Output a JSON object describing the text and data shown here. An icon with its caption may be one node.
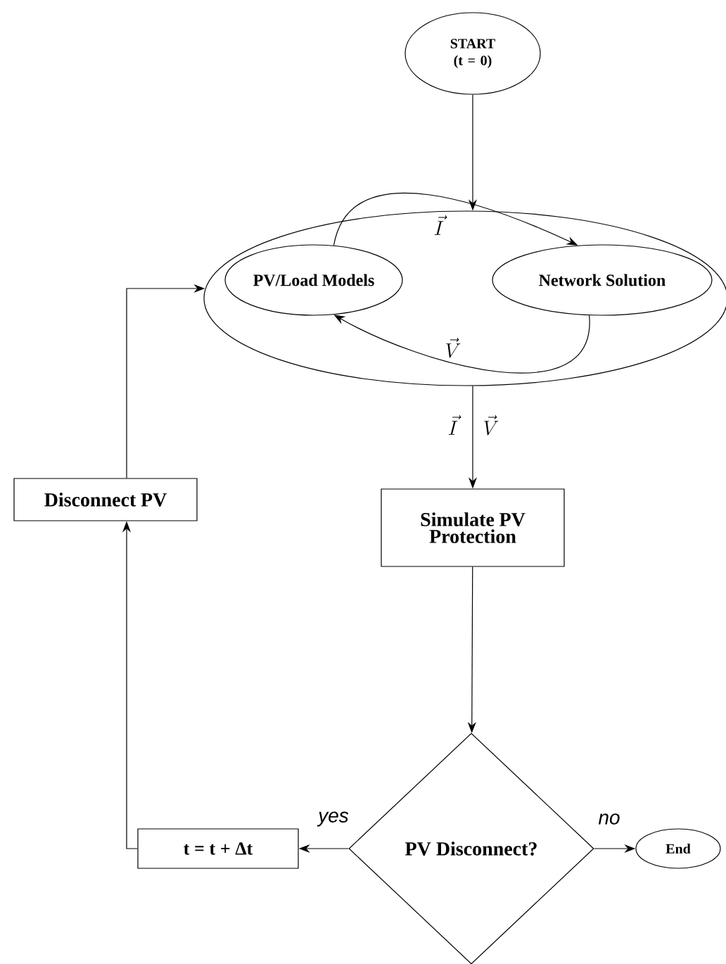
{
  "diagram": {
    "nodes": [
      {
        "text": [
          "START (t = 0)"
        ]
      },
      {
        "text": [],
        "shape": "ellipse"
      },
      {
        "text": [
          "PV/Load Models"
        ],
        "in": 1
      },
      {
        "text": [
          "Network Solution"
        ],
        "in": 1
      },
      {
        "text": [
          "Simulate PV Protection"
        ]
      },
      {
        "text": [
          "Disconnect PV"
        ]
      },
      {
        "text": [
          "PV Disconnect?"
        ]
      },
      {
        "text": [
          "t = t + Δt"
        ]
      },
      {
        "text": [
          "End"
        ]
      }
    ],
    "edges": [
      {
        "from": 0,
        "to": 1,
        "arrow": "to"
      },
      {
        "from": 2,
        "to": 3,
        "arrow": "to",
        "label": "\\vec{I}"
      },
      {
        "from": 3,
        "to": 2,
        "arrow": "to",
        "label": "\\vec{V}"
      },
      {
        "from": 1,
        "to": 4,
        "arrow": "to",
        "label": "\\vec{I}"
      },
      {
        "from": 4,
        "to": 6,
        "arrow": "to"
      },
      {
        "from": 6,
        "to": 7,
        "arrow": "to",
        "label": "yes"
      },
      {
        "from": 6,
        "to": 8,
        "arrow": "to",
        "label": "no"
      },
      {
        "from": 7,
        "to": 5,
        "arrow": "to"
      },
      {
        "from": 5,
        "to": 1,
        "arrow": "to"
      }
    ],
    "labels": [
      "\\vec{V}"
    ]
  }
}
